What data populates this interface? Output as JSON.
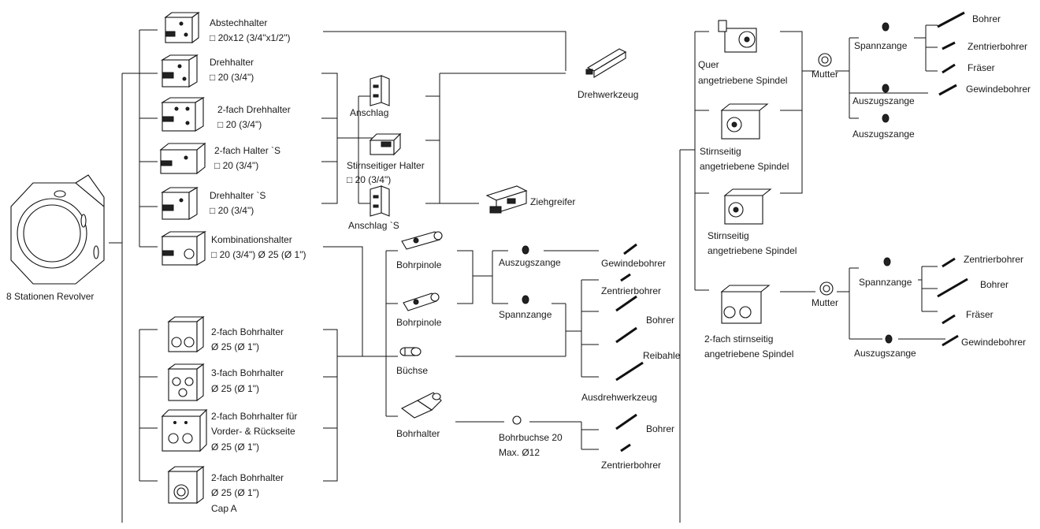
{
  "nodes": {
    "revolver": "8 Stationen Revolver",
    "abstech": [
      "Abstechhalter",
      "□ 20x12 (3/4\"x1/2\")"
    ],
    "drehh": [
      "Drehhalter",
      "□ 20 (3/4\")"
    ],
    "drehh2": [
      "2-fach Drehhalter",
      "□ 20 (3/4\")"
    ],
    "halters2": [
      "2-fach Halter `S",
      "□ 20 (3/4\")"
    ],
    "drehhs": [
      "Drehhalter `S",
      "□ 20 (3/4\")"
    ],
    "kombi": [
      "Kombinationshalter",
      "□ 20 (3/4\") Ø 25 (Ø 1\")"
    ],
    "anschlag": "Anschlag",
    "stirnh": [
      "Stirnseitiger Halter",
      "□ 20 (3/4\")"
    ],
    "anschlags": "Anschlag `S",
    "drehwz": "Drehwerkzeug",
    "ziehg": "Ziehgreifer",
    "bh2": [
      "2-fach Bohrhalter",
      "Ø 25 (Ø 1\")"
    ],
    "bh3": [
      "3-fach Bohrhalter",
      "Ø 25 (Ø 1\")"
    ],
    "bhvr": [
      "2-fach Bohrhalter für",
      "Vorder- & Rückseite",
      "Ø 25 (Ø 1\")"
    ],
    "bhcap": [
      "2-fach Bohrhalter",
      "Ø 25 (Ø 1\")",
      "Cap A"
    ],
    "pinole1": "Bohrpinole",
    "pinole2": "Bohrpinole",
    "buechse": "Büchse",
    "bohrhalter": "Bohrhalter",
    "auszug_m": "Auszugszange",
    "spann_m": "Spannzange",
    "bohrbuchse": [
      "Bohrbuchse 20",
      "Max. Ø12"
    ],
    "gewinde_m": "Gewindebohrer",
    "zentrier_m": "Zentrierbohrer",
    "bohrer_m": "Bohrer",
    "reib_m": "Reibahle",
    "ausdreh_m": "Ausdrehwerkzeug",
    "bohrer_m2": "Bohrer",
    "zentrier_m2": "Zentrierbohrer",
    "querspindel": [
      "Quer",
      "angetriebene Spindel"
    ],
    "stirn1": [
      "Stirnseitig",
      "angetriebene Spindel"
    ],
    "stirn2": [
      "Stirnseitig",
      "angetriebene Spindel"
    ],
    "stirn3": [
      "2-fach stirnseitig",
      "angetriebene Spindel"
    ],
    "mutter1": "Mutter",
    "mutter2": "Mutter",
    "spann_r1": "Spannzange",
    "auszug_r1a": "Auszugszange",
    "auszug_r1b": "Auszugszange",
    "bohrer_r1": "Bohrer",
    "zentrier_r1": "Zentrierbohrer",
    "fraeser_r1": "Fräser",
    "gewinde_r1": "Gewindebohrer",
    "spann_r2": "Spannzange",
    "auszug_r2": "Auszugszange",
    "zentrier_r2": "Zentrierbohrer",
    "bohrer_r2": "Bohrer",
    "fraeser_r2": "Fräser",
    "gewinde_r2": "Gewindebohrer"
  }
}
